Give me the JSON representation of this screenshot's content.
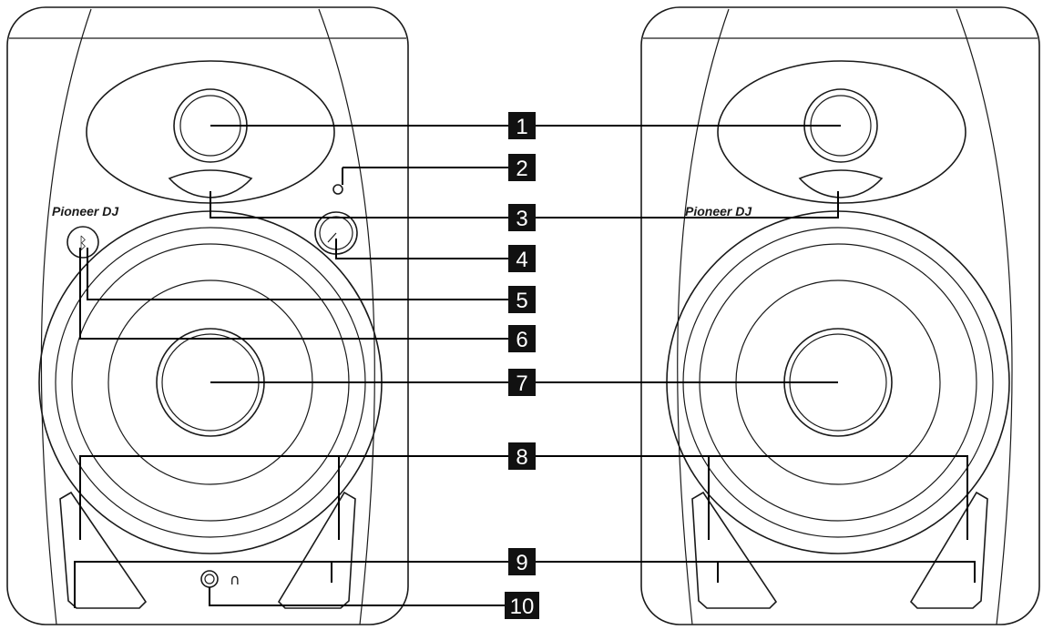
{
  "brand_label": "Pioneer DJ",
  "bluetooth_symbol": "ᛒ",
  "headphone_symbol": "∩",
  "callouts": [
    "1",
    "2",
    "3",
    "4",
    "5",
    "6",
    "7",
    "8",
    "9",
    "10"
  ],
  "colors": {
    "line": "#1a1a1a",
    "callout_fill": "#111111",
    "callout_text": "#ffffff",
    "background": "#ffffff"
  }
}
